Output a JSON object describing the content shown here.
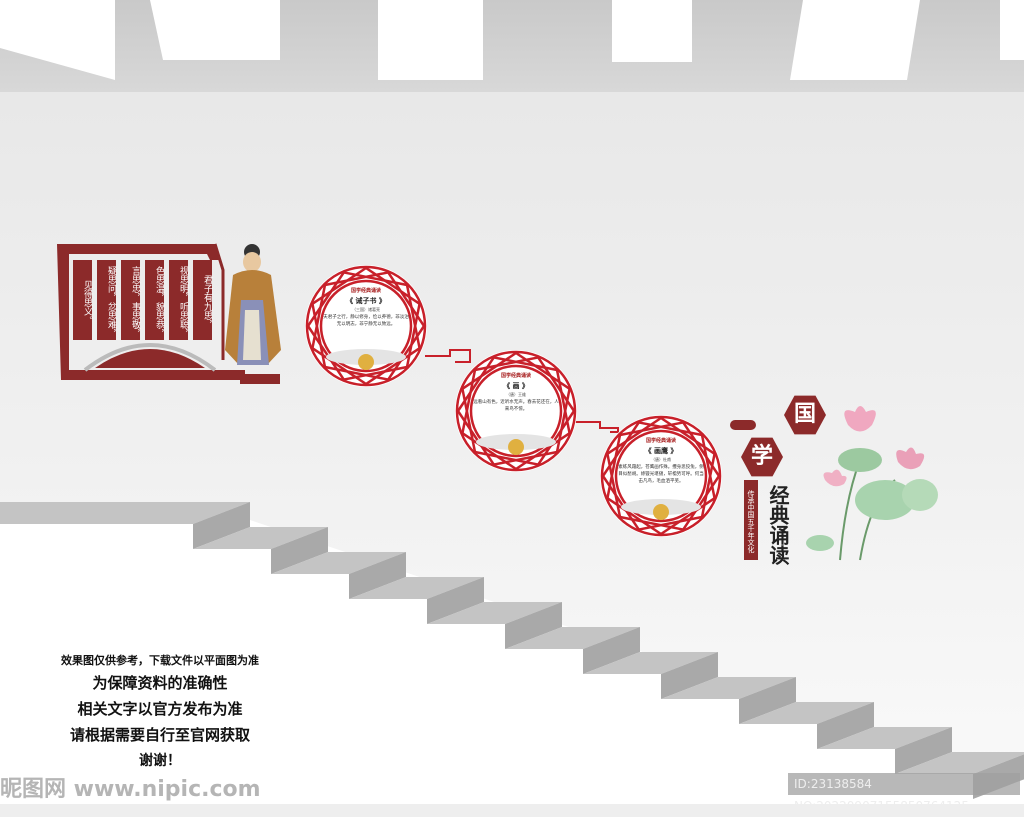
{
  "panel_confucius": {
    "columns": [
      "君子有九思，",
      "视思明，听思聪，",
      "色思温，貌思恭，",
      "言思忠，事思敬，",
      "疑思问，忿思难，",
      "见得思义。"
    ],
    "color": "#8c2a2a"
  },
  "circles": [
    {
      "logo": "国学经典诵读",
      "title": "《 诫子书 》",
      "author": "（三国）诸葛亮",
      "text": "夫君子之行，静以修身，俭以养德，非淡泊无以明志，非宁静无以致远。"
    },
    {
      "logo": "国学经典诵读",
      "title": "《 画 》",
      "author": "（唐）王维",
      "text": "远看山有色，近听水无声。春去花还在，人来鸟不惊。"
    },
    {
      "logo": "国学经典诵读",
      "title": "《 画鹰 》",
      "author": "（唐）杜甫",
      "text": "素练风霜起，苍鹰画作殊。㩳身思狡兔，侧目似愁胡。绦镟光堪擿，轩楹势可呼。何当击凡鸟，毛血洒平芜。"
    }
  ],
  "right_title": {
    "hex1": "国",
    "hex2": "学",
    "banner": "传承中国五千年文化",
    "calligraphy": "经典诵读"
  },
  "notice": [
    "效果图仅供参考，下载文件以平面图为准",
    "为保障资料的准确性",
    "相关文字以官方发布为准",
    "请根据需要自行至官网获取",
    "谢谢！"
  ],
  "watermark": {
    "site": "昵图网 www.nipic.com",
    "id": "ID:23138584 NO:20220907155850764125"
  },
  "colors": {
    "accent": "#c8202a",
    "maroon": "#8c2a2a",
    "stair_top": "#c4c4c4",
    "stair_riser": "#a9a9a9"
  }
}
